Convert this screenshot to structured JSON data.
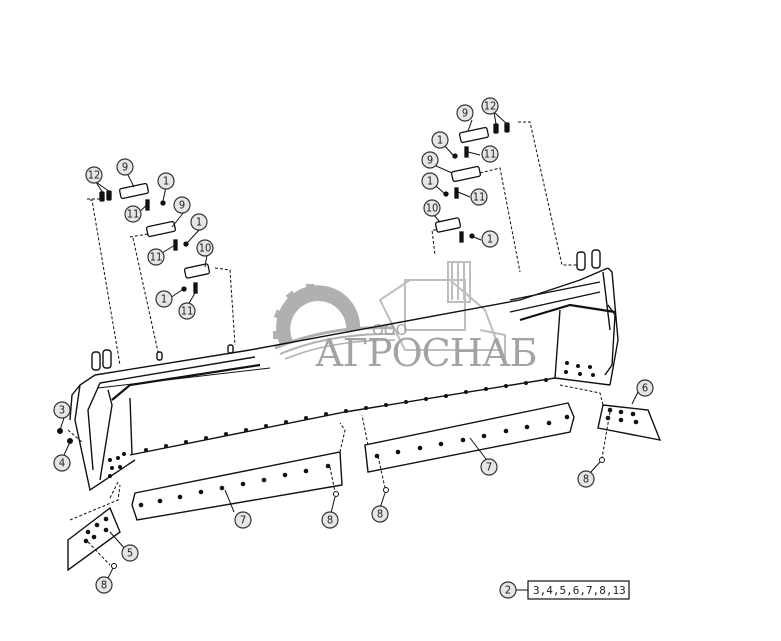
{
  "diagram": {
    "type": "exploded-parts-diagram",
    "subject": "dozer blade with cutting edges and end bits",
    "watermark": {
      "prefix": "ООО",
      "name": "АГРОСНАБ",
      "color": "#9a9a9a"
    },
    "kit_callout": {
      "number": "2",
      "includes": "3,4,5,6,7,8,13"
    },
    "callouts": {
      "left_group": [
        {
          "id": "l12",
          "label": "12"
        },
        {
          "id": "l9a",
          "label": "9"
        },
        {
          "id": "l1a",
          "label": "1"
        },
        {
          "id": "l11a",
          "label": "11"
        },
        {
          "id": "l9b",
          "label": "9"
        },
        {
          "id": "l1b",
          "label": "1"
        },
        {
          "id": "l11b",
          "label": "11"
        },
        {
          "id": "l10",
          "label": "10"
        },
        {
          "id": "l1c",
          "label": "1"
        },
        {
          "id": "l11c",
          "label": "11"
        }
      ],
      "right_group": [
        {
          "id": "r9a",
          "label": "9"
        },
        {
          "id": "r12",
          "label": "12"
        },
        {
          "id": "r1a",
          "label": "1"
        },
        {
          "id": "r11a",
          "label": "11"
        },
        {
          "id": "r9b",
          "label": "9"
        },
        {
          "id": "r1b",
          "label": "1"
        },
        {
          "id": "r11b",
          "label": "11"
        },
        {
          "id": "r10",
          "label": "10"
        },
        {
          "id": "r1c",
          "label": "1"
        }
      ],
      "bottom": [
        {
          "id": "b3",
          "label": "3"
        },
        {
          "id": "b4",
          "label": "4"
        },
        {
          "id": "b5",
          "label": "5"
        },
        {
          "id": "b8a",
          "label": "8"
        },
        {
          "id": "b7a",
          "label": "7"
        },
        {
          "id": "b8b",
          "label": "8"
        },
        {
          "id": "b8c",
          "label": "8"
        },
        {
          "id": "b7b",
          "label": "7"
        },
        {
          "id": "b6",
          "label": "6"
        },
        {
          "id": "b8d",
          "label": "8"
        }
      ]
    },
    "colors": {
      "line": "#111111",
      "callout_fill": "#e6e6e6",
      "background": "#ffffff"
    }
  }
}
